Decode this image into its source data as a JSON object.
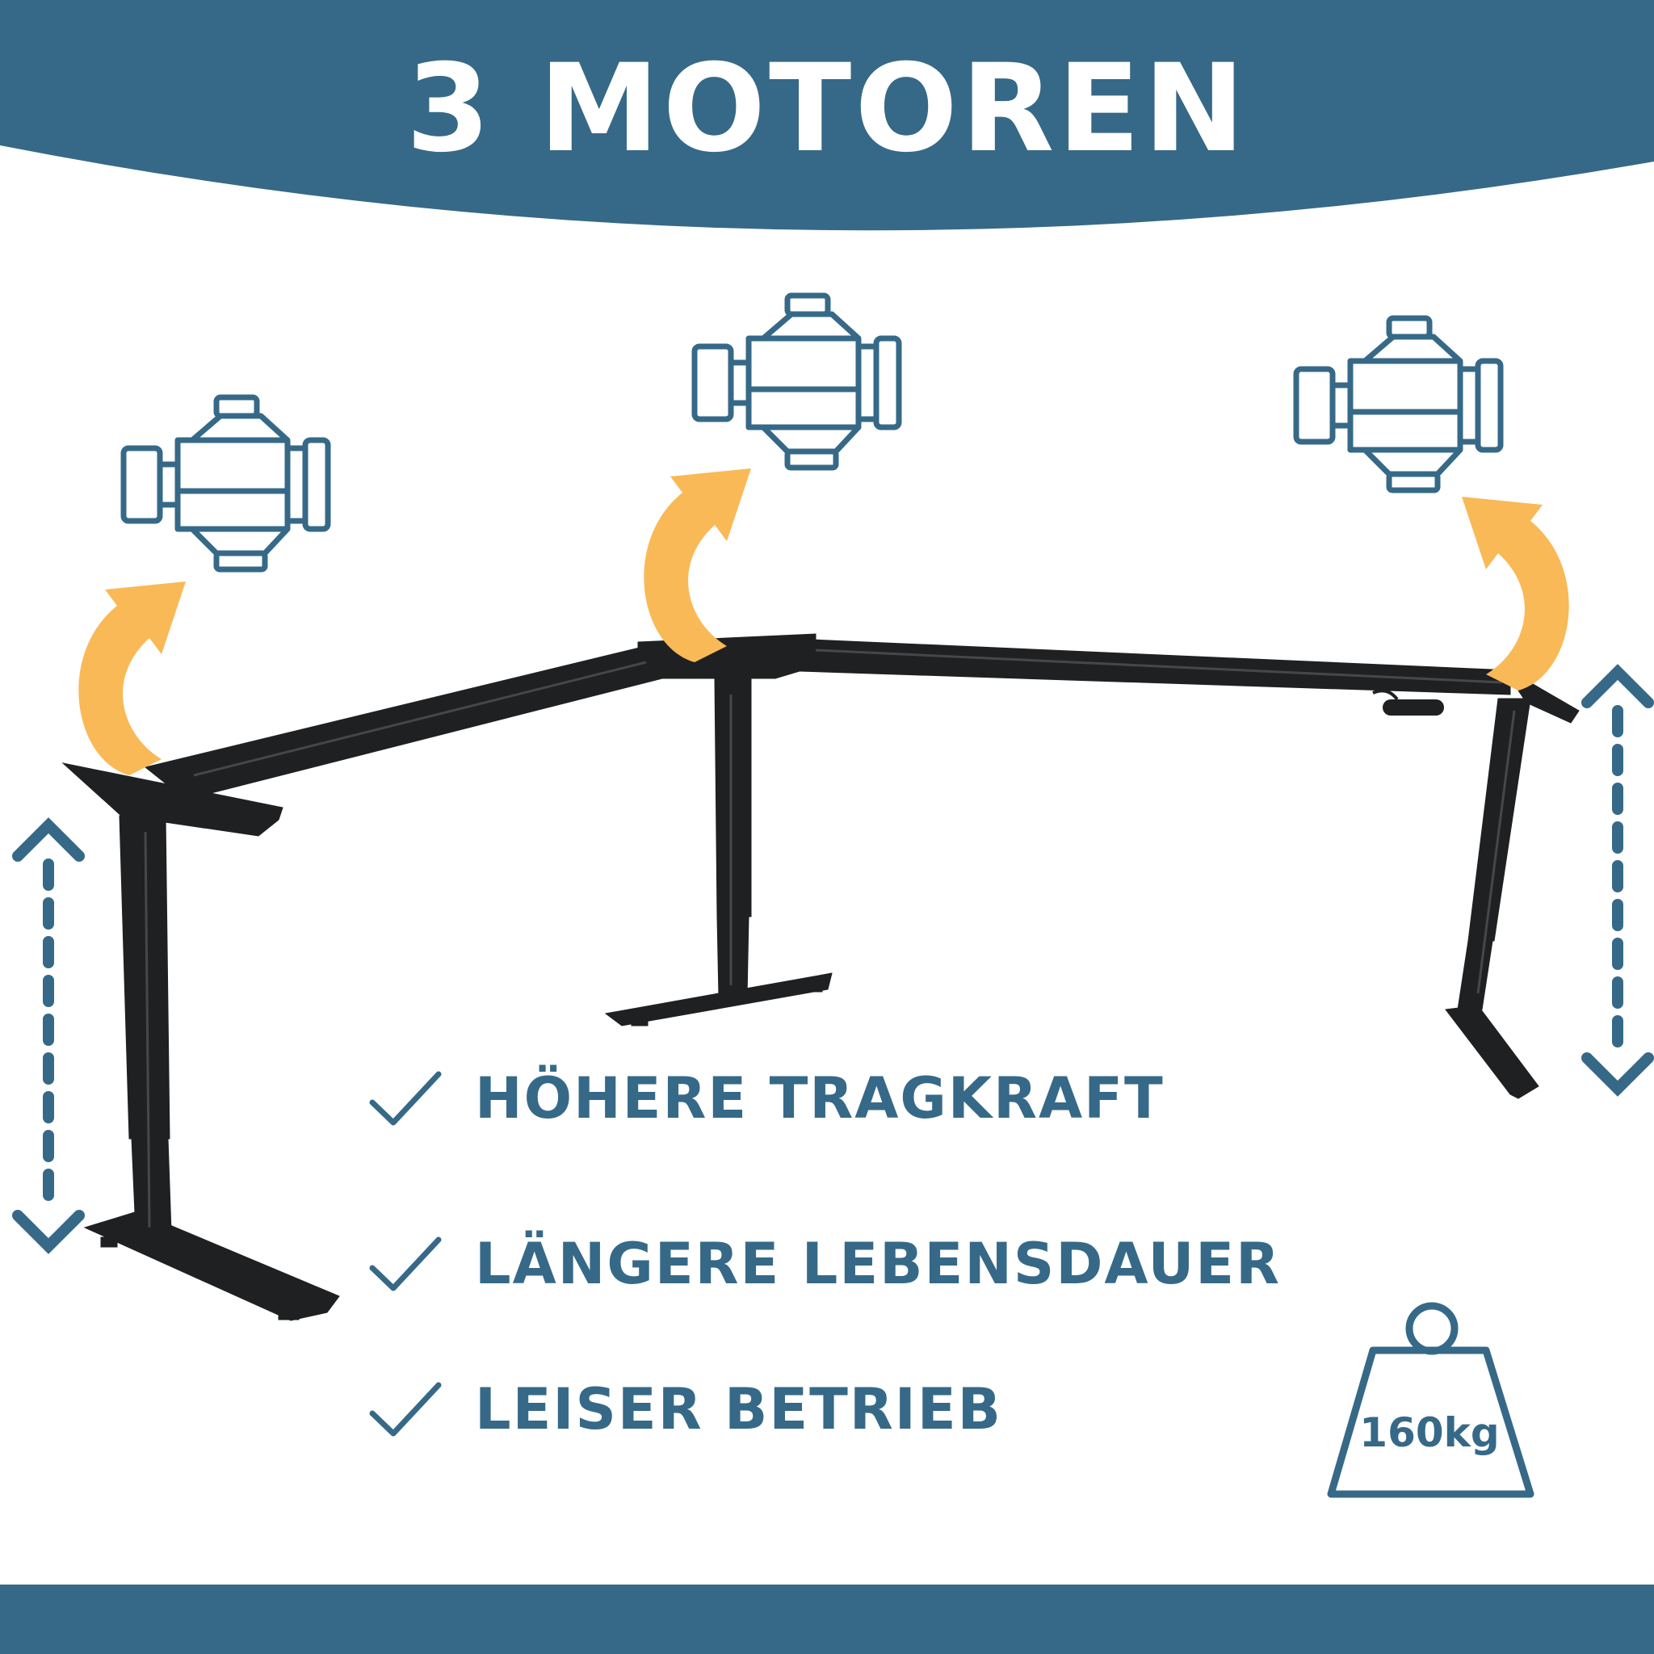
{
  "header": {
    "title": "3 MOTOREN"
  },
  "features": [
    {
      "label": "HÖHERE TRAGKRAFT"
    },
    {
      "label": "LÄNGERE LEBENSDAUER"
    },
    {
      "label": "LEISER BETRIEB"
    }
  ],
  "weight_badge": {
    "label": "160kg"
  },
  "colors": {
    "brand_blue": "#366987",
    "arrow_yellow": "#f9b956",
    "frame_black": "#1f2022",
    "background": "#ffffff"
  },
  "icons": {
    "motor": "motor-icon",
    "lift_arrow": "curved-arrow-icon",
    "height_adjust": "vertical-dashed-arrow-icon",
    "check": "checkmark-icon",
    "weight": "weight-icon"
  }
}
